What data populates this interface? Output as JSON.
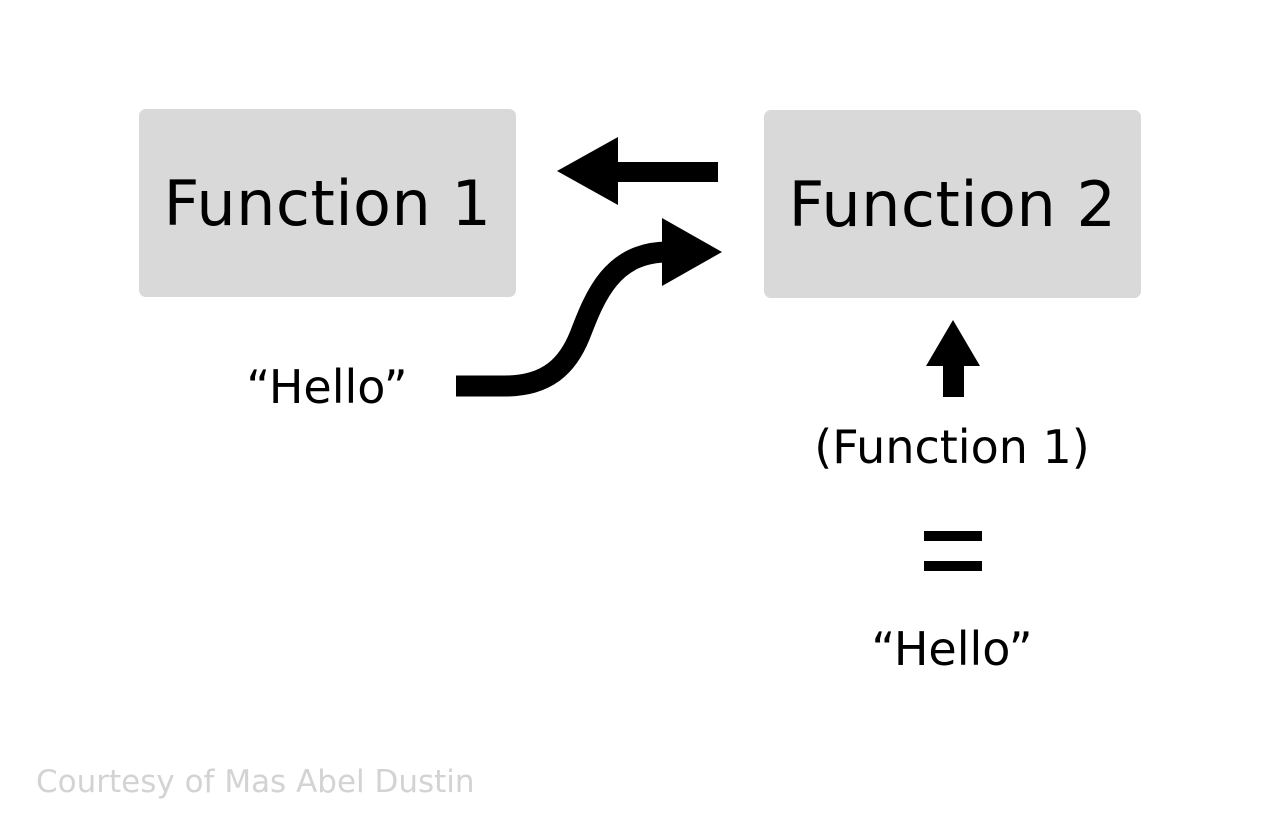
{
  "diagram": {
    "function1_box": {
      "label": "Function 1",
      "fill": "#d9d9d9"
    },
    "function2_box": {
      "label": "Function 2",
      "fill": "#d9d9d9"
    },
    "left_input_text": "“Hello”",
    "argument_text": "(Function 1)",
    "equals_symbol": "=",
    "result_text": "“Hello”",
    "arrows": [
      {
        "name": "function2-to-function1-arrow",
        "direction": "left"
      },
      {
        "name": "hello-to-function2-arrow",
        "direction": "right-curved"
      },
      {
        "name": "argument-to-function2-arrow",
        "direction": "up"
      }
    ]
  },
  "credit": {
    "text": "Courtesy of Mas Abel Dustin",
    "color": "#d3d3d3"
  }
}
